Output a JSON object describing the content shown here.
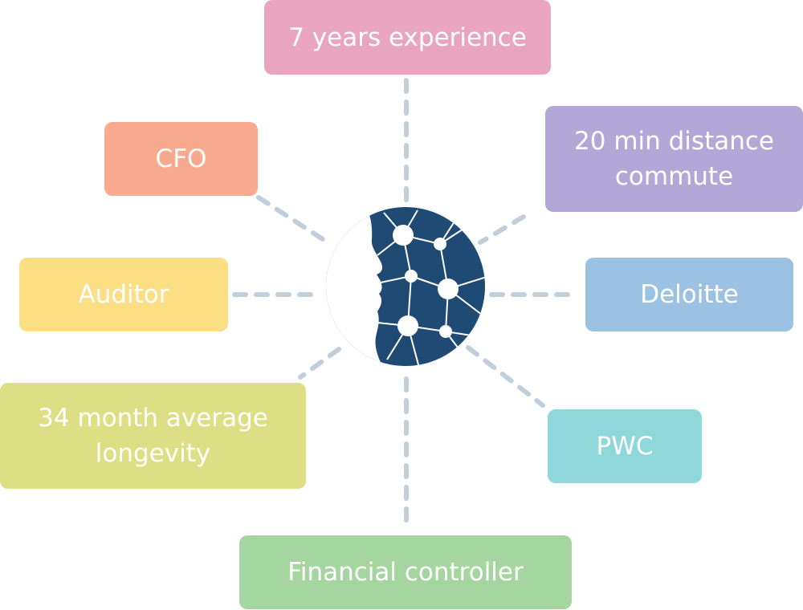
{
  "nodes": {
    "experience": {
      "label": "7 years experience",
      "color": "#E9A5C0"
    },
    "commute": {
      "label": "20 min distance commute",
      "color": "#B3A7D8"
    },
    "cfo": {
      "label": "CFO",
      "color": "#F9A98E"
    },
    "auditor": {
      "label": "Auditor",
      "color": "#FCDE85"
    },
    "deloitte": {
      "label": "Deloitte",
      "color": "#9CC2E3"
    },
    "longevity": {
      "label": "34 month average longevity",
      "color": "#DCDF84"
    },
    "pwc": {
      "label": "PWC",
      "color": "#90D7DC"
    },
    "controller": {
      "label": "Financial controller",
      "color": "#A5D6A0"
    }
  },
  "hub": {
    "icon": "ai-head-network-icon",
    "color": "#1F4A73"
  },
  "connector_color": "#C2CFDA"
}
